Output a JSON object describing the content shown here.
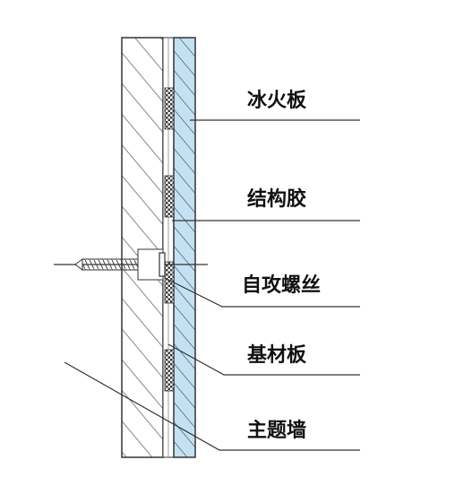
{
  "labels": {
    "ice_fire_board": "冰火板",
    "structural_adhesive": "结构胶",
    "self_tapping_screw": "自攻螺丝",
    "base_board": "基材板",
    "feature_wall": "主题墙"
  },
  "colors": {
    "panel_blue": "#c3e1f3",
    "line": "#333333",
    "hatch": "#555555",
    "adhesive": "#444444",
    "screw": "#666666"
  }
}
